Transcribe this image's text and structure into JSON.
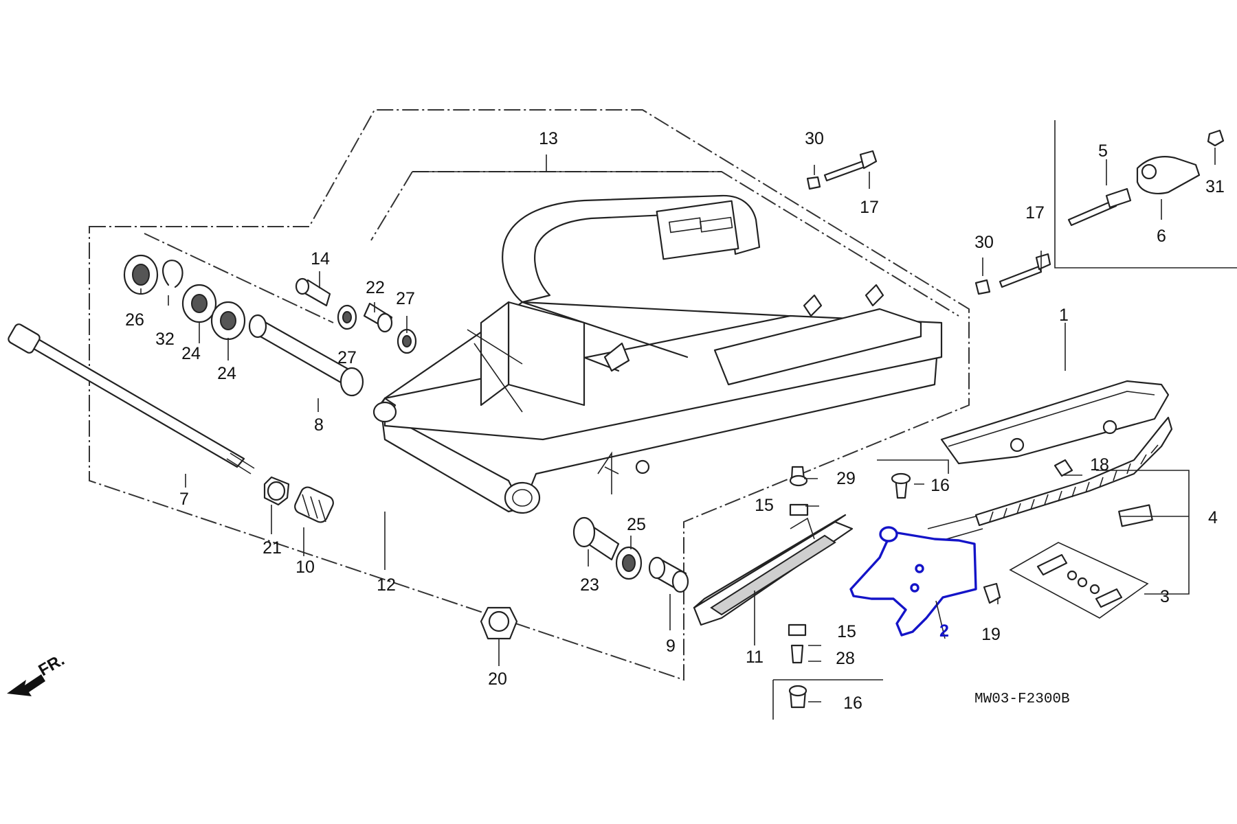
{
  "diagram": {
    "code": "MW03-F2300B",
    "front_marker": "FR.",
    "highlight_color": "#1414c8",
    "highlighted_part": "2",
    "callouts": {
      "c1": "1",
      "c2": "2",
      "c3": "3",
      "c4": "4",
      "c5": "5",
      "c6": "6",
      "c7": "7",
      "c8": "8",
      "c9": "9",
      "c10": "10",
      "c11": "11",
      "c12": "12",
      "c13": "13",
      "c14": "14",
      "c15a": "15",
      "c15b": "15",
      "c16a": "16",
      "c16b": "16",
      "c17a": "17",
      "c17b": "17",
      "c18": "18",
      "c19": "19",
      "c20": "20",
      "c21": "21",
      "c22": "22",
      "c23": "23",
      "c24a": "24",
      "c24b": "24",
      "c25": "25",
      "c26": "26",
      "c27a": "27",
      "c27b": "27",
      "c28": "28",
      "c29": "29",
      "c30a": "30",
      "c30b": "30",
      "c31": "31",
      "c32": "32"
    }
  }
}
